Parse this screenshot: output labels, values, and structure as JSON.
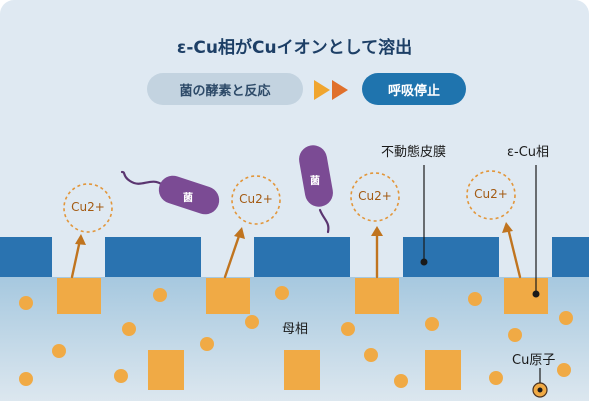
{
  "title": "ε-Cu相がCuイオンとして溶出",
  "process": {
    "left_label": "菌の酵素と反応",
    "right_label": "呼吸停止"
  },
  "ion_label": "Cu2+",
  "bacterium_label": "菌",
  "labels": {
    "passive_film": "不動態皮膜",
    "epsilon_phase": "ε-Cu相",
    "matrix": "母相",
    "cu_atom": "Cu原子"
  },
  "colors": {
    "background": "#dfe9f2",
    "film": "#2a73b0",
    "matrix_top": "#a6c8df",
    "matrix_bottom": "#dce7ef",
    "copper": "#f0aa45",
    "ion_ring": "#e2963a",
    "bacterium": "#7b4b94",
    "accent_arrow": "#f0932b",
    "pill_left": "#c3d3e0",
    "pill_right": "#1f74ae"
  }
}
